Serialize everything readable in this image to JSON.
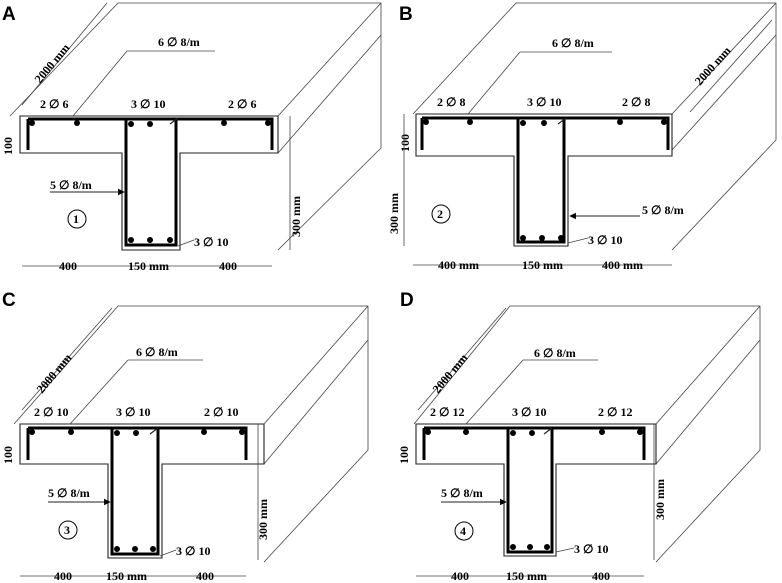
{
  "panels": [
    {
      "label": "A",
      "length": "2000 mm",
      "top_distribution": "6 ∅ 8/m",
      "flange_left_bars": "2 ∅ 6",
      "web_top_bars": "3 ∅ 10",
      "flange_right_bars": "2 ∅ 6",
      "flange_thickness": "100",
      "stirrups": "5 ∅ 8/m",
      "specimen_number": "1",
      "depth": "300 mm",
      "bottom_bars": "3 ∅ 10",
      "dim_left": "400",
      "dim_web": "150 mm",
      "dim_right": "400"
    },
    {
      "label": "B",
      "length": "2000 mm",
      "top_distribution": "6 ∅ 8/m",
      "flange_left_bars": "2 ∅ 8",
      "web_top_bars": "3 ∅ 10",
      "flange_right_bars": "2 ∅ 8",
      "flange_thickness": "100",
      "stirrups": "5 ∅ 8/m",
      "specimen_number": "2",
      "depth": "300 mm",
      "bottom_bars": "3 ∅ 10",
      "dim_left": "400 mm",
      "dim_web": "150 mm",
      "dim_right": "400 mm"
    },
    {
      "label": "C",
      "length": "2000 mm",
      "top_distribution": "6 ∅ 8/m",
      "flange_left_bars": "2 ∅ 10",
      "web_top_bars": "3 ∅ 10",
      "flange_right_bars": "2 ∅ 10",
      "flange_thickness": "100",
      "stirrups": "5 ∅ 8/m",
      "specimen_number": "3",
      "depth": "300 mm",
      "bottom_bars": "3 ∅ 10",
      "dim_left": "400",
      "dim_web": "150 mm",
      "dim_right": "400"
    },
    {
      "label": "D",
      "length": "2000 mm",
      "top_distribution": "6 ∅ 8/m",
      "flange_left_bars": "2 ∅ 12",
      "web_top_bars": "3 ∅ 10",
      "flange_right_bars": "2 ∅ 12",
      "flange_thickness": "100",
      "stirrups": "5 ∅ 8/m",
      "specimen_number": "4",
      "depth": "300 mm",
      "bottom_bars": "3 ∅ 10",
      "dim_left": "400",
      "dim_web": "150 mm",
      "dim_right": "400"
    }
  ]
}
